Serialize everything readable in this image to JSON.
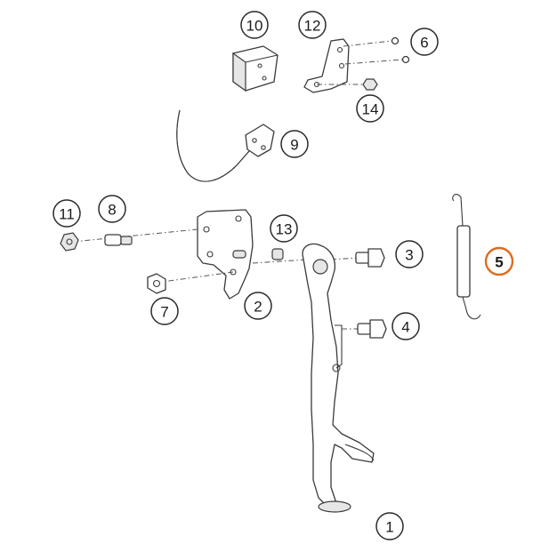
{
  "diagram": {
    "highlight_color": "#e06a1c",
    "line_color": "#3a3a3a",
    "callouts": [
      {
        "id": "1",
        "label": "1"
      },
      {
        "id": "2",
        "label": "2"
      },
      {
        "id": "3",
        "label": "3"
      },
      {
        "id": "4",
        "label": "4"
      },
      {
        "id": "5",
        "label": "5",
        "highlighted": true
      },
      {
        "id": "6",
        "label": "6"
      },
      {
        "id": "7",
        "label": "7"
      },
      {
        "id": "8",
        "label": "8"
      },
      {
        "id": "9",
        "label": "9"
      },
      {
        "id": "10",
        "label": "10"
      },
      {
        "id": "11",
        "label": "11"
      },
      {
        "id": "12",
        "label": "12"
      },
      {
        "id": "13",
        "label": "13"
      },
      {
        "id": "14",
        "label": "14"
      }
    ]
  }
}
